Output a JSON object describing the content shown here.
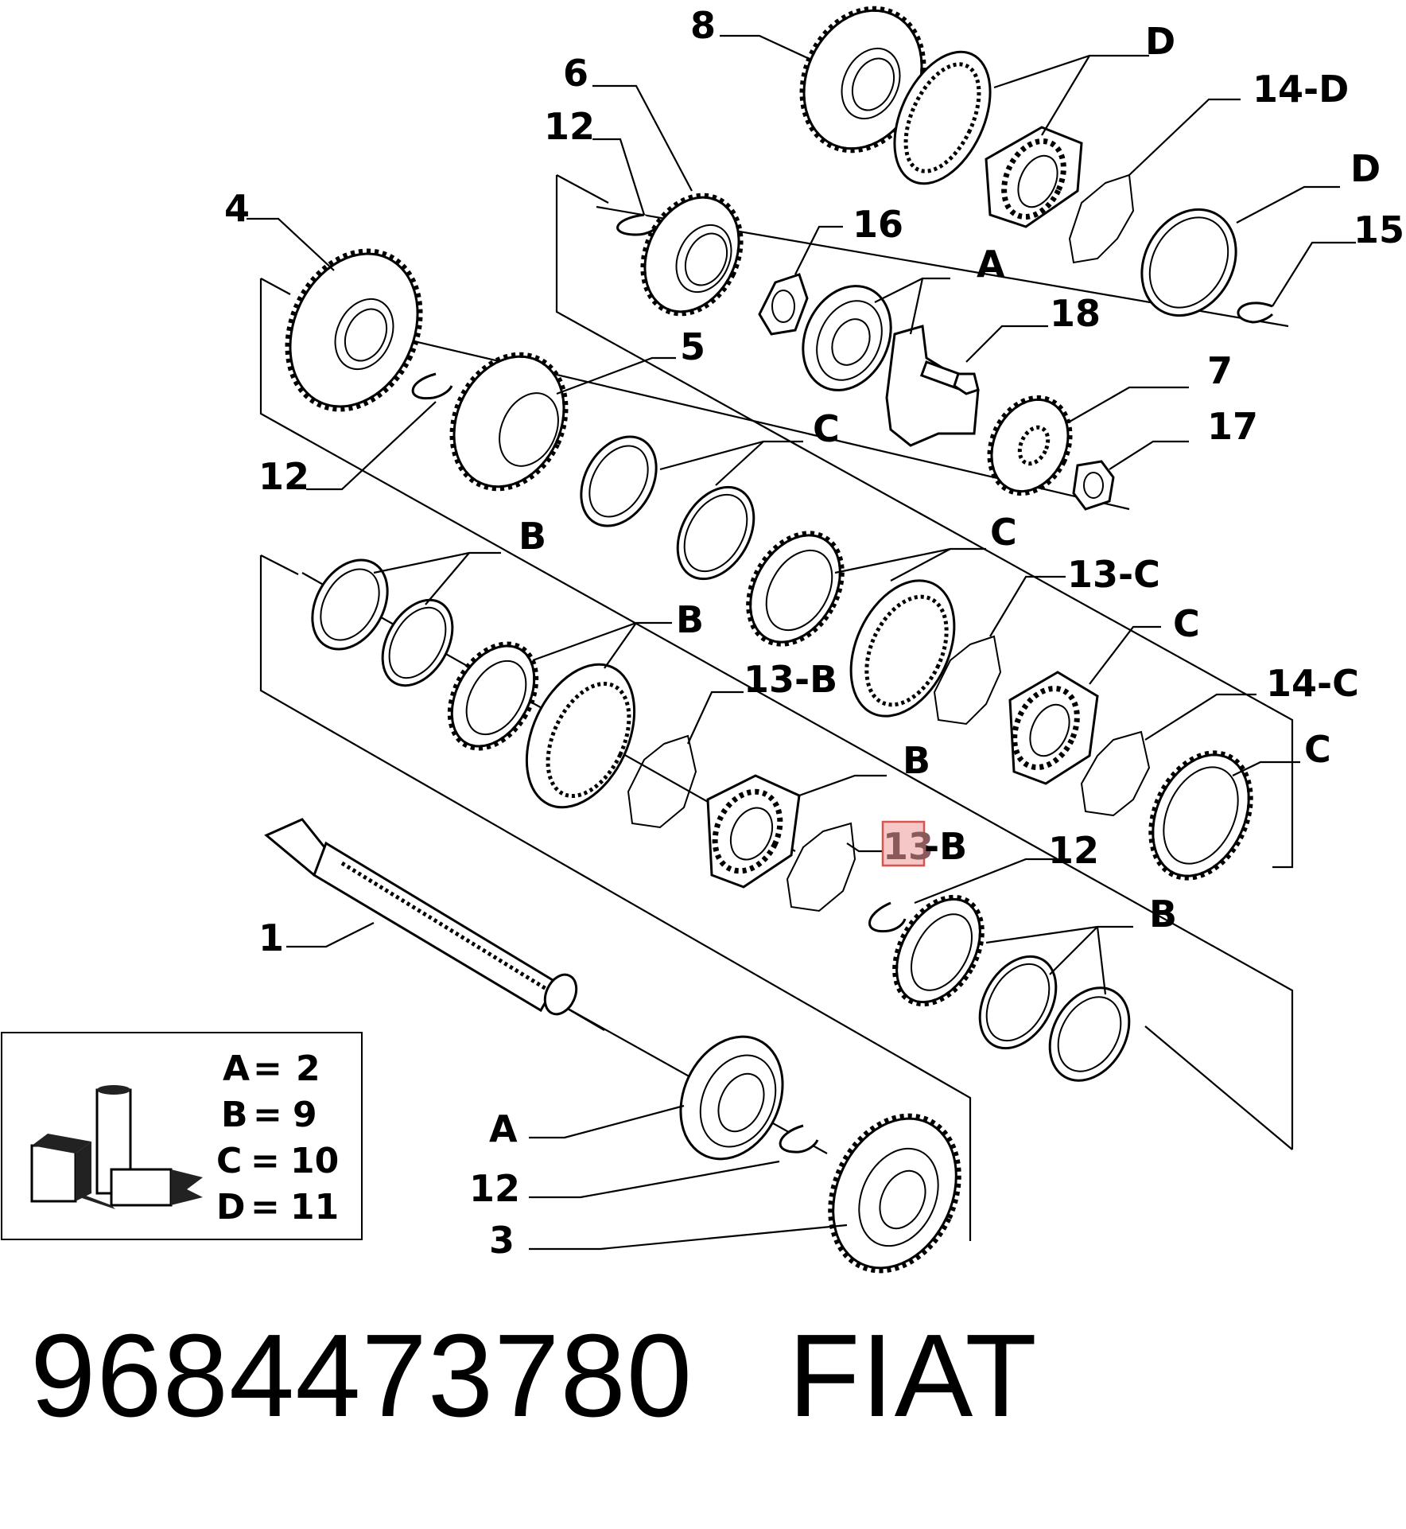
{
  "diagram": {
    "callouts": [
      "8",
      "D",
      "6",
      "12",
      "14-D",
      "D",
      "15",
      "4",
      "16",
      "A",
      "18",
      "5",
      "7",
      "17",
      "12",
      "C",
      "C",
      "B",
      "13-C",
      "B",
      "C",
      "13-B",
      "14-C",
      "B",
      "C",
      "13",
      "-B",
      "12",
      "1",
      "B",
      "A",
      "12",
      "3"
    ],
    "legend": {
      "items": [
        {
          "key": "A",
          "value": "2"
        },
        {
          "key": "B",
          "value": "9"
        },
        {
          "key": "C",
          "value": "10"
        },
        {
          "key": "D",
          "value": "11"
        }
      ],
      "equals": "="
    }
  },
  "footer": {
    "part_number": "9684473780",
    "brand": "FIAT"
  }
}
